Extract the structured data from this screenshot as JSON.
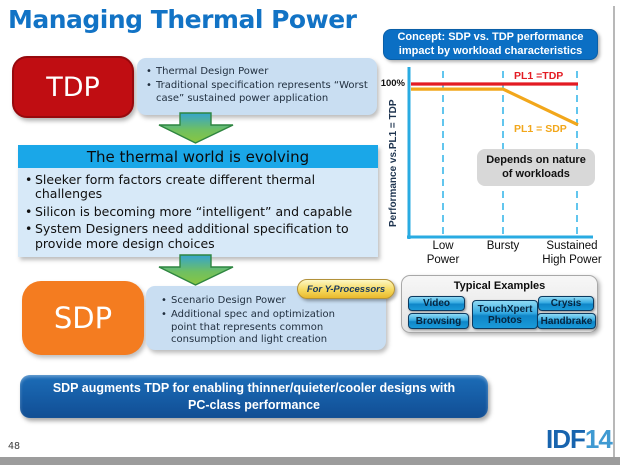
{
  "slide": {
    "title": "Managing Thermal Power",
    "page_number": "48",
    "logo": {
      "idf": "IDF",
      "year": "14"
    }
  },
  "tdp": {
    "label": "TDP",
    "bullets": [
      "Thermal Design Power",
      "Traditional specification represents “Worst case” sustained power application"
    ]
  },
  "evolving": {
    "header": "The thermal world is evolving",
    "bullets": [
      "Sleeker form factors create different thermal challenges",
      "Silicon is becoming more “intelligent” and capable",
      "System Designers need additional specification to provide more design choices"
    ]
  },
  "sdp": {
    "label": "SDP",
    "tag": "For Y-Processors",
    "bullets": [
      "Scenario Design Power",
      "Additional spec and optimization point that represents common consumption and light creation"
    ]
  },
  "banner": {
    "line1": "SDP augments TDP for enabling thinner/quieter/cooler designs with",
    "line2": "PC-class performance"
  },
  "concept": {
    "line1": "Concept:  SDP vs. TDP performance",
    "line2": "impact by workload characteristics"
  },
  "chart_data": {
    "type": "line",
    "categories": [
      "Low Power",
      "Bursty",
      "Sustained High Power"
    ],
    "series": [
      {
        "name": "PL1 =TDP",
        "values": [
          100,
          100,
          100
        ],
        "color": "#e31b23"
      },
      {
        "name": "PL1 = SDP",
        "values": [
          97,
          97,
          76
        ],
        "color": "#f2a71b"
      }
    ],
    "title": "Concept: SDP vs. TDP performance impact by workload characteristics",
    "xlabel": "",
    "ylabel": "Performance vs.PL1 = TDP",
    "ytick_100": "100%",
    "ylim": [
      0,
      110
    ],
    "grid": "dashed-vertical",
    "legend_position": "inline-labels",
    "annotation": "Depends on nature of workloads"
  },
  "examples": {
    "title": "Typical Examples",
    "buttons": [
      "Video",
      "Browsing",
      "TouchXpert Photos",
      "Crysis",
      "Handbrake"
    ]
  },
  "colors": {
    "title_blue": "#1273c5",
    "tdp_red": "#c00d12",
    "sdp_orange": "#f47c20",
    "evolve_header_cyan": "#1aa7e8",
    "info_box_blue": "#c9def2",
    "concept_blue": "#0b6fc4",
    "banner_blue": "#14579f",
    "axis_cyan": "#29abe2",
    "line_red": "#e31b23",
    "line_orange": "#f2a71b",
    "tag_yellow": "#f6d95e"
  }
}
